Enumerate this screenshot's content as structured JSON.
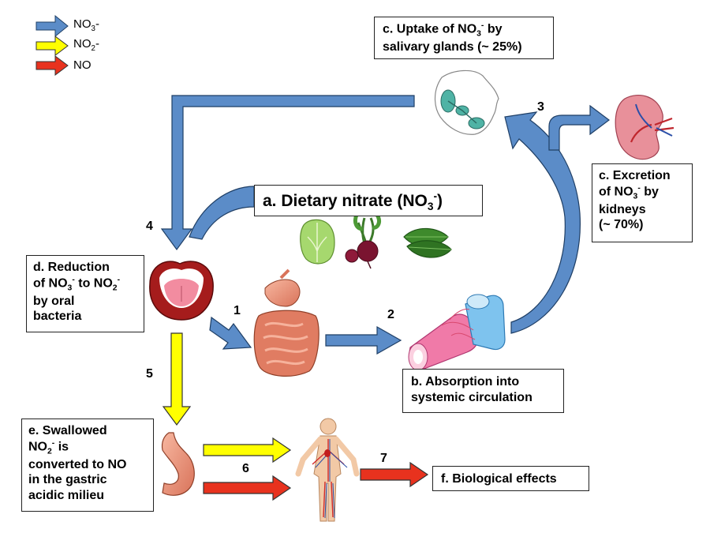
{
  "legend": [
    {
      "formula": "NO",
      "sub": "3",
      "charge": "-",
      "color": "#5b8cc8"
    },
    {
      "formula": "NO",
      "sub": "2",
      "charge": "-",
      "color": "#ffff00"
    },
    {
      "formula": "NO",
      "sub": "",
      "charge": "",
      "color": "#e8321e"
    }
  ],
  "boxes": {
    "dietary": {
      "main": "a. Dietary nitrate (NO",
      "sub": "3",
      "sup": "-",
      "close": ")"
    },
    "absorption": {
      "line1": "b. Absorption into",
      "line2": "systemic circulation"
    },
    "salivary": {
      "line1a": "c. Uptake of NO",
      "line1sub": "3",
      "line1sup": "-",
      "line1b": " by",
      "line2": "salivary glands (~ 25%)"
    },
    "kidney": {
      "line1": "c. Excretion",
      "line2a": "of NO",
      "line2sub": "3",
      "line2sup": "-",
      "line2b": " by",
      "line3": "kidneys",
      "line4": "(~ 70%)"
    },
    "reduction": {
      "line1": "d. Reduction",
      "line2a": "of NO",
      "line2sub": "3",
      "line2sup": "-",
      "line2b": " to NO",
      "line2sub2": "2",
      "line2sup2": "-",
      "line3": "by oral",
      "line4": "bacteria"
    },
    "swallowed": {
      "line1": "e. Swallowed",
      "line2a": "NO",
      "line2sub": "2",
      "line2sup": "-",
      "line2b": " is",
      "line3": "converted to NO",
      "line4": "in the gastric",
      "line5": "acidic milieu"
    },
    "effects": {
      "line1": "f. Biological effects"
    }
  },
  "steps": [
    "1",
    "2",
    "3",
    "4",
    "5",
    "6",
    "7"
  ],
  "colors": {
    "nitrate": "#5b8cc8",
    "nitrite": "#ffff00",
    "no": "#e8321e",
    "outline": "#1f3f66"
  }
}
